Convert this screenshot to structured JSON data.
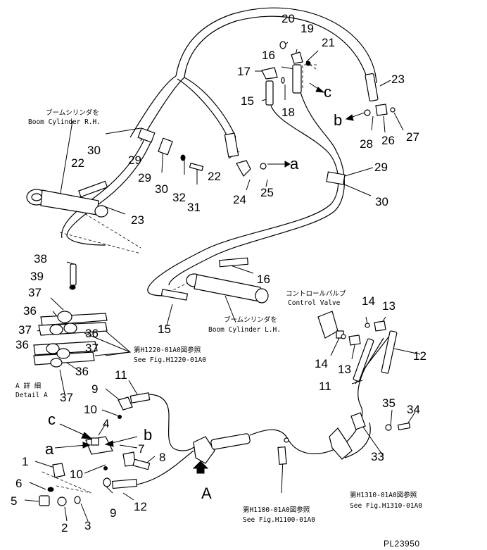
{
  "callouts": {
    "n1": "1",
    "n2": "2",
    "n3": "3",
    "n4": "4",
    "n5": "5",
    "n6": "6",
    "n7": "7",
    "n8": "8",
    "n9a": "9",
    "n9b": "9",
    "n10a": "10",
    "n10b": "10",
    "n11a": "11",
    "n11b": "11",
    "n12a": "12",
    "n12b": "12",
    "n13a": "13",
    "n13b": "13",
    "n14a": "14",
    "n14b": "14",
    "n15a": "15",
    "n15b": "15",
    "n16a": "16",
    "n16b": "16",
    "n17": "17",
    "n18": "18",
    "n19": "19",
    "n20": "20",
    "n21": "21",
    "n22a": "22",
    "n22b": "22",
    "n23a": "23",
    "n23b": "23",
    "n24": "24",
    "n25": "25",
    "n26": "26",
    "n27": "27",
    "n28": "28",
    "n29a": "29",
    "n29b": "29",
    "n29c": "29",
    "n30a": "30",
    "n30b": "30",
    "n30c": "30",
    "n31": "31",
    "n32": "32",
    "n33": "33",
    "n34": "34",
    "n35": "35",
    "n36a": "36",
    "n36b": "36",
    "n36c": "36",
    "n36d": "36",
    "n37a": "37",
    "n37b": "37",
    "n37c": "37",
    "n37d": "37",
    "n38": "38",
    "n39": "39"
  },
  "letters": {
    "a_top": "a",
    "b_top": "b",
    "c_top": "c",
    "a_low": "a",
    "b_low": "b",
    "c_low": "c",
    "big_a": "A"
  },
  "captions": {
    "boom_rh_jp": "ブームシリンダを",
    "boom_rh_en": "Boom Cylinder R.H.",
    "boom_lh_jp": "ブームシリンダを",
    "boom_lh_en": "Boom Cylinder L.H.",
    "control_valve_jp": "コントロールバルブ",
    "control_valve_en": "Control Valve",
    "fig1220_jp": "第H1220-01A0図参照",
    "fig1220_en": "See Fig.H1220-01A0",
    "detail_jp": "A 詳 細",
    "detail_en": "Detail A",
    "fig1100_jp": "第H1100-01A0図参照",
    "fig1100_en": "See Fig.H1100-01A0",
    "fig1310_jp": "第H1310-01A0図参照",
    "fig1310_en": "See Fig.H1310-01A0"
  },
  "drawing_code": "PL23950"
}
